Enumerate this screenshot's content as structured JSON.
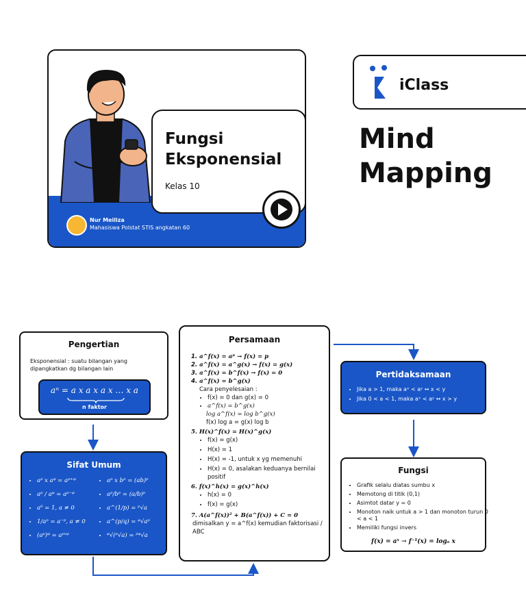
{
  "thumbnail": {
    "title_line1": "Fungsi",
    "title_line2": "Eksponensial",
    "grade": "Kelas 10",
    "author_name": "Nur Meiliza",
    "author_desc": "Mahasiswa Polstat STIS angkatan 60"
  },
  "brand": {
    "name": "iClass"
  },
  "heading": {
    "line1": "Mind",
    "line2": "Mapping"
  },
  "pengertian": {
    "title": "Pengertian",
    "text": "Eksponensial : suatu bilangan yang dipangkatkan dg bilangan lain",
    "formula": "aⁿ = a x a x a x … x a",
    "brace_label": "n faktor"
  },
  "sifat_umum": {
    "title": "Sifat Umum",
    "left": [
      "aᵖ x aᵠ = aᵖ⁺ᵠ",
      "aᵖ / aᵠ = aᵖ⁻ᵠ",
      "a⁰ = 1, a ≠ 0",
      "1/aᵖ = a⁻ᵖ, a ≠ 0",
      "(aᵖ)ᵠ = aᵖˣᵠ"
    ],
    "right": [
      "aᵖ x bᵖ = (ab)ᵖ",
      "aᵖ/bᵖ = (a/b)ᵖ",
      "a^(1/p) = ᵖ√a",
      "a^(p/q) = ᵠ√aᵖ",
      "ᵠ√(ᵖ√a) = ᵖᵠ√a"
    ]
  },
  "persamaan": {
    "title": "Persamaan",
    "items": [
      {
        "num": "1.",
        "text": "a^f(x) = aᵖ → f(x) = p"
      },
      {
        "num": "2.",
        "text": "a^f(x) = a^g(x) → f(x) = g(x)"
      },
      {
        "num": "3.",
        "text": "a^f(x) = b^f(x) → f(x) = 0"
      },
      {
        "num": "4.",
        "text": "a^f(x) = b^g(x)"
      }
    ],
    "cara": "Cara penyelesaian :",
    "cara_items": [
      "f(x) = 0 dan g(x) = 0",
      "a^f(x) = b^g(x)"
    ],
    "log1": "log a^f(x) = log b^g(x)",
    "log2": "f(x) log a = g(x) log b",
    "item5": "5. H(x)^f(x) = H(x)^g(x)",
    "item5_list": [
      "f(x) = g(x)",
      "H(x) = 1",
      "H(x) = -1, untuk x yg memenuhi",
      "H(x) = 0, asalakan keduanya bernilai positif"
    ],
    "item6": "6. f(x)^h(x) = g(x)^h(x)",
    "item6_list": [
      "h(x) = 0",
      "f(x) = g(x)"
    ],
    "item7": "7. A(a^f(x))² + B(a^f(x)) + C = 0",
    "item7_desc": "dimisalkan y = a^f(x) kemudian faktorisasi / ABC"
  },
  "pertidaksamaan": {
    "title": "Pertidaksamaan",
    "items": [
      "Jika a > 1, maka aˣ < aʸ ↔ x < y",
      "Jika 0 < a < 1, maka aˣ < aʸ ↔ x > y"
    ]
  },
  "fungsi": {
    "title": "Fungsi",
    "items": [
      "Grafik selalu diatas sumbu x",
      "Memotong di titik (0,1)",
      "Asimtot datar y = 0",
      "Monoton naik untuk a > 1 dan monoton turun 0 < a < 1",
      "Memiliki fungsi invers"
    ],
    "inverse": "f(x) = aˣ → f⁻¹(x) = logₐ x"
  },
  "colors": {
    "blue": "#1a56c7",
    "black": "#111111",
    "skin": "#f2b48a"
  }
}
